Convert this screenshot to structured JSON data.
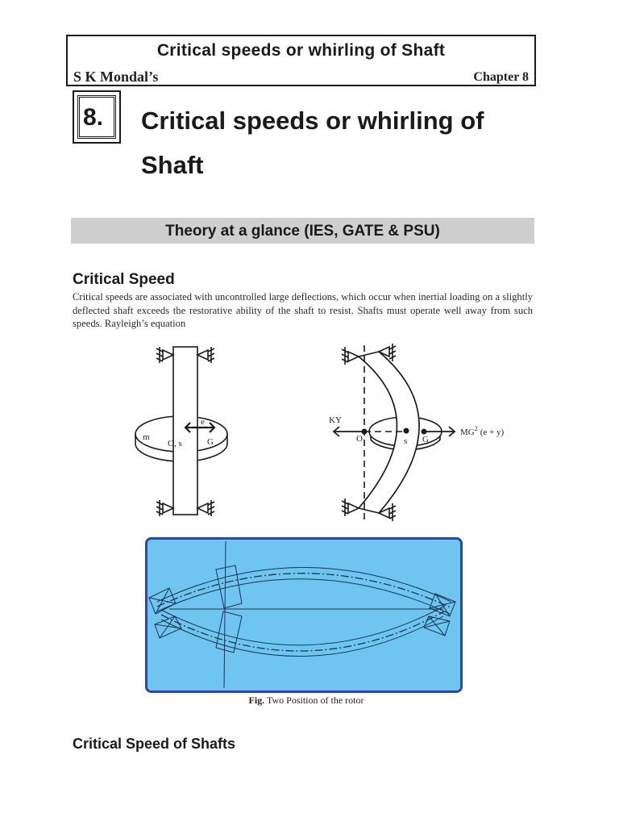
{
  "header": {
    "title": "Critical speeds or whirling of Shaft",
    "author": "S K Mondal’s",
    "chapter": "Chapter 8"
  },
  "chapter": {
    "number": "8.",
    "title": "Critical speeds or whirling of Shaft"
  },
  "theory_bar": {
    "label": "Theory at a glance (IES, GATE & PSU)"
  },
  "sections": [
    {
      "heading": "Critical Speed",
      "paragraph": "Critical speeds are associated with uncontrolled large deflections, which occur when inertial loading on a slightly deflected shaft exceeds the restorative ability of the shaft to resist. Shafts must operate well away from such speeds. Rayleigh’s equation"
    },
    {
      "heading": "Critical Speed of Shafts"
    }
  ],
  "figure_straight": {
    "labels": {
      "mass": "m",
      "center": "O, s",
      "eccentricity": "e",
      "gravity_center": "G"
    }
  },
  "figure_deflected": {
    "labels": {
      "spring_force": "KY",
      "origin": "O",
      "shaft_center": "s",
      "gravity_center": "G",
      "centrifugal_force": "MG",
      "centrifugal_exp": "2",
      "centrifugal_term": "(e + y)"
    }
  },
  "figure_rotor": {
    "background_color": "#6ec6f0",
    "border_color": "#2a4aa0",
    "caption_prefix": "Fig.",
    "caption_text": "Two Position of the rotor"
  }
}
